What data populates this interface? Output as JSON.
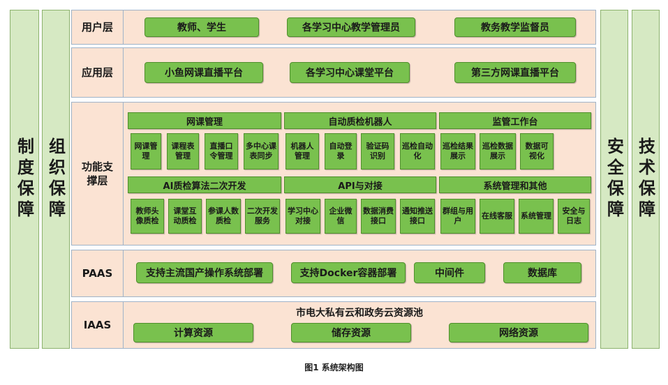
{
  "pillars": {
    "system": "制度保障",
    "organization": "组织保障",
    "security": "安全保障",
    "technical": "技术保障"
  },
  "user_layer": {
    "label": "用户层",
    "items": [
      "教师、学生",
      "各学习中心教学管理员",
      "教务教学监督员"
    ]
  },
  "app_layer": {
    "label": "应用层",
    "items": [
      "小鱼网课直播平台",
      "各学习中心课堂平台",
      "第三方网课直播平台"
    ]
  },
  "func_layer": {
    "label": "功能支撑层",
    "groups": [
      {
        "title": "网课管理",
        "items": [
          "网课管理",
          "课程表管理",
          "直播口令管理",
          "多中心课表同步"
        ]
      },
      {
        "title": "自动质检机器人",
        "items": [
          "机器人管理",
          "自动登录",
          "验证码识别",
          "巡检自动化"
        ]
      },
      {
        "title": "监管工作台",
        "items": [
          "巡检结果展示",
          "巡检数据展示",
          "数据可视化"
        ]
      },
      {
        "title": "AI质检算法二次开发",
        "items": [
          "教师头像质检",
          "课堂互动质检",
          "参课人数质检",
          "二次开发服务"
        ]
      },
      {
        "title": "API与对接",
        "items": [
          "学习中心对接",
          "企业微信",
          "数据消费接口",
          "通知推送接口"
        ]
      },
      {
        "title": "系统管理和其他",
        "items": [
          "群组与用户",
          "在线客服",
          "系统管理",
          "安全与日志"
        ]
      }
    ]
  },
  "paas_layer": {
    "label": "PAAS",
    "items": [
      "支持主流国产操作系统部署",
      "支持Docker容器部署",
      "中间件",
      "数据库"
    ]
  },
  "iaas_layer": {
    "label": "IAAS",
    "title": "市电大私有云和政务云资源池",
    "items": [
      "计算资源",
      "储存资源",
      "网络资源"
    ]
  },
  "caption": "图1  系统架构图"
}
